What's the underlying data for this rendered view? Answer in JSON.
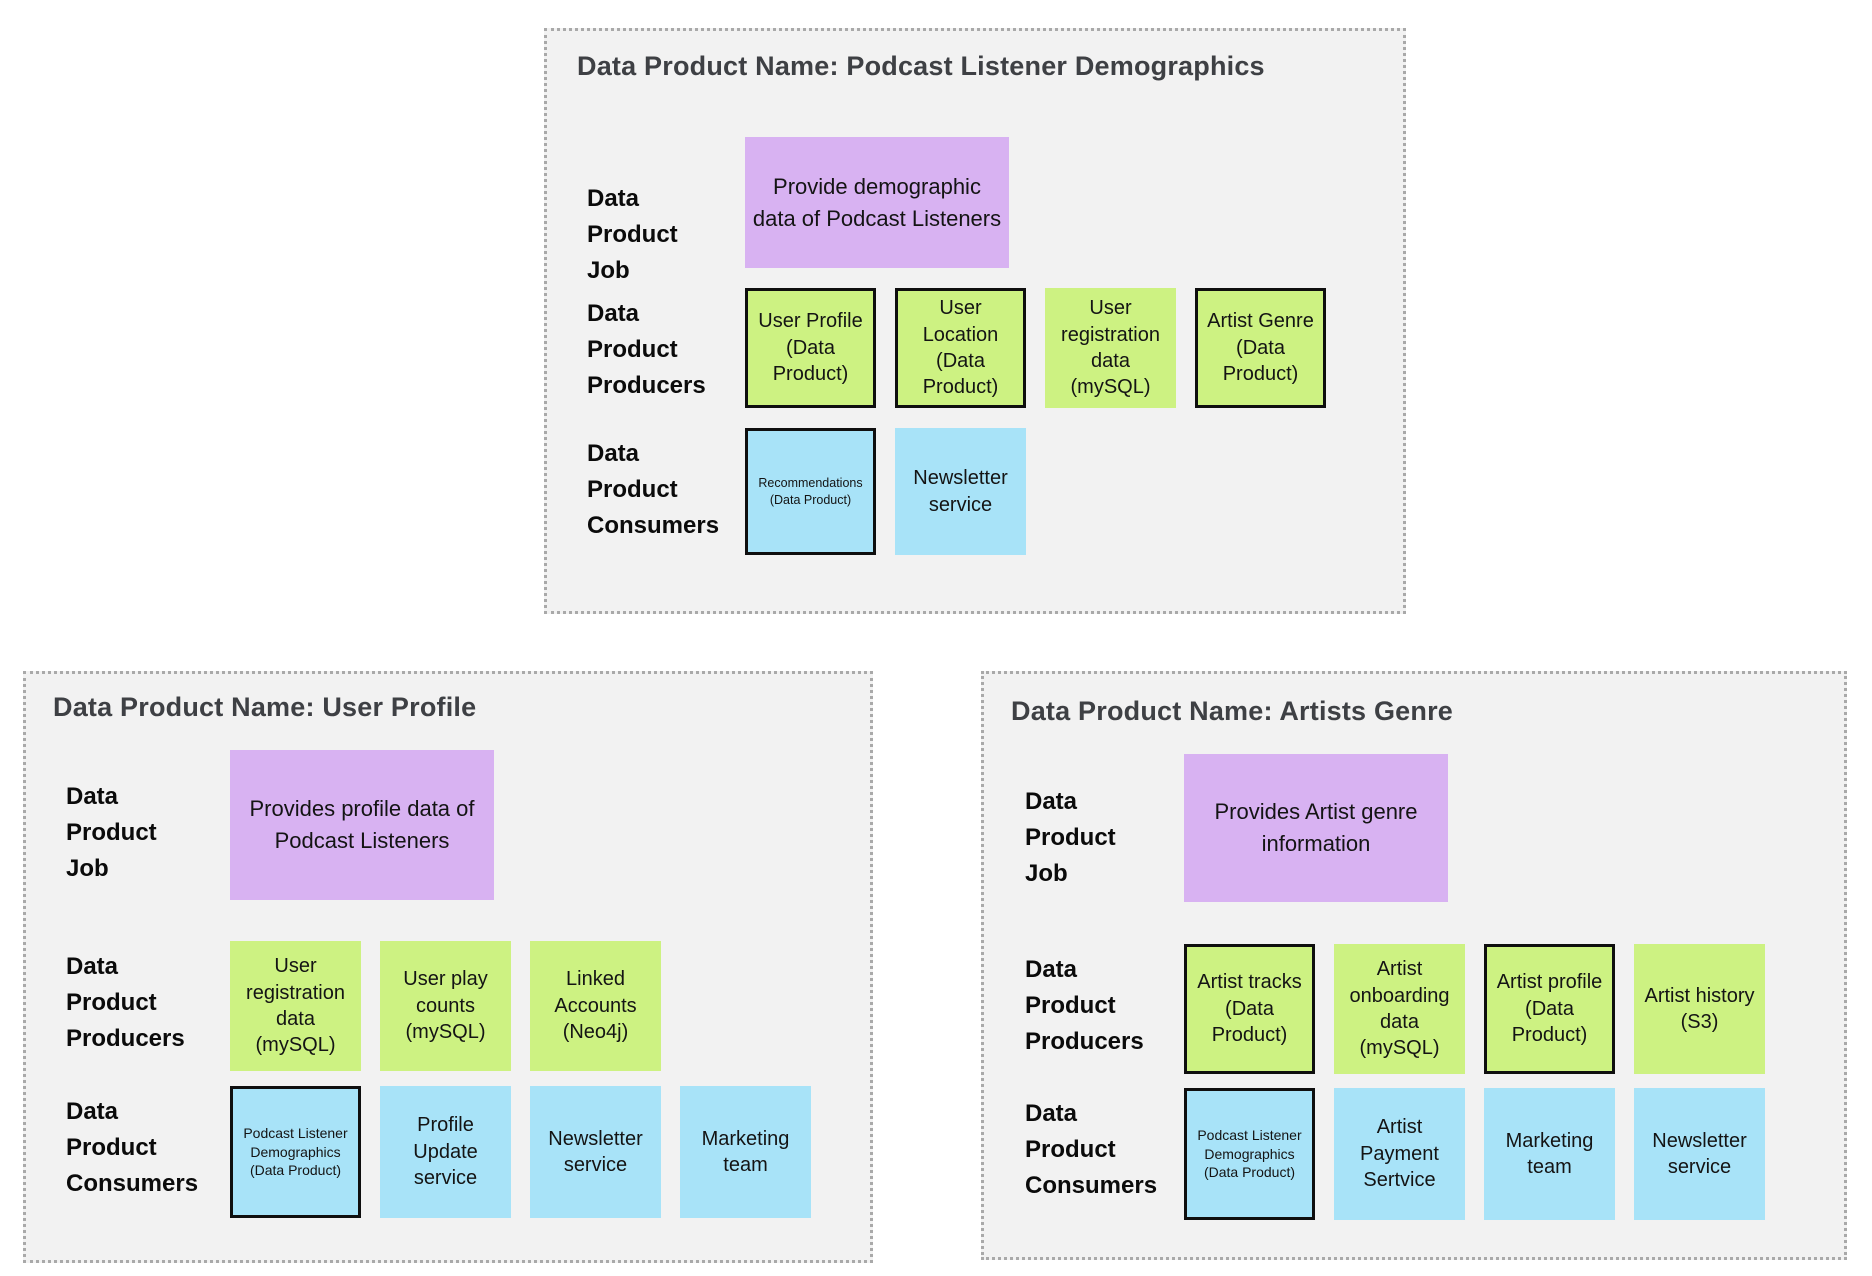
{
  "colors": {
    "page_background": "#ffffff",
    "panel_background": "#f2f2f2",
    "panel_dotted_border": "#a9a9a9",
    "job_box_fill": "#d8b2f2",
    "producer_box_fill": "#cdf282",
    "consumer_box_fill": "#a8e3f8",
    "highlight_box_border": "#0f0f0f",
    "title_text": "#3e4044",
    "label_text": "#0b0b0b"
  },
  "panels": [
    {
      "title": "Data Product Name: Podcast Listener Demographics",
      "job": {
        "label": "Data\nProduct\nJob",
        "box": "Provide demographic data of Podcast Listeners"
      },
      "producers": {
        "label": "Data\nProduct\nProducers",
        "items": [
          "User Profile (Data Product)",
          "User Location (Data Product)",
          "User registration data (mySQL)",
          "Artist Genre (Data Product)"
        ]
      },
      "consumers": {
        "label": "Data\nProduct\nConsumers",
        "items": [
          "Recommendations (Data Product)",
          "Newsletter service"
        ]
      }
    },
    {
      "title": "Data Product Name: User Profile",
      "job": {
        "label": "Data\nProduct\nJob",
        "box": "Provides profile data of Podcast Listeners"
      },
      "producers": {
        "label": "Data\nProduct\nProducers",
        "items": [
          "User registration data (mySQL)",
          "User play counts (mySQL)",
          "Linked Accounts (Neo4j)"
        ]
      },
      "consumers": {
        "label": "Data\nProduct\nConsumers",
        "items": [
          "Podcast Listener Demographics (Data Product)",
          "Profile Update service",
          "Newsletter service",
          "Marketing team"
        ]
      }
    },
    {
      "title": "Data Product Name: Artists Genre",
      "job": {
        "label": "Data\nProduct\nJob",
        "box": "Provides Artist genre information"
      },
      "producers": {
        "label": "Data\nProduct\nProducers",
        "items": [
          "Artist tracks (Data Product)",
          "Artist onboarding data (mySQL)",
          "Artist profile (Data Product)",
          "Artist history (S3)"
        ]
      },
      "consumers": {
        "label": "Data\nProduct\nConsumers",
        "items": [
          "Podcast Listener Demographics (Data Product)",
          "Artist Payment Sertvice",
          "Marketing team",
          "Newsletter service"
        ]
      }
    }
  ]
}
